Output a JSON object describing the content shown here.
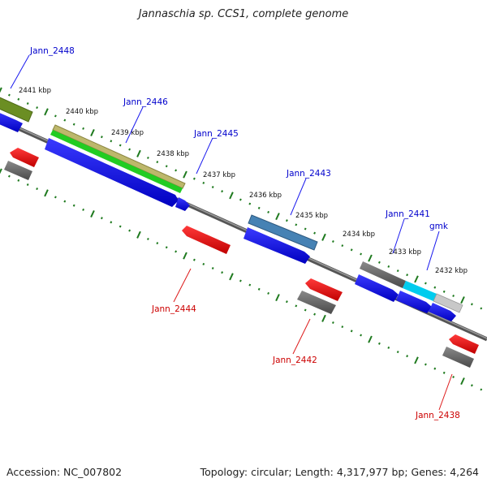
{
  "title": "Jannaschia sp. CCS1, complete genome",
  "accession_label": "Accession: NC_007802",
  "summary_label": "Topology: circular; Length: 4,317,977 bp; Genes: 4,264",
  "colors": {
    "backbone": "#6e6e6e",
    "tick": "#1f7a1f",
    "gene_forward": "#0000ee",
    "gene_reverse": "#ee0000",
    "label_forward": "#0000cc",
    "label_reverse": "#cc0000",
    "olive_feature": "#6b8e23",
    "tan_feature": "#bdb76b",
    "green_feature": "#22cc22",
    "steel_feature": "#4682b4",
    "cyan_feature": "#00ccee",
    "gray_feature": "#666666",
    "light_gray_feature": "#c8c8c8"
  },
  "kbp_labels": [
    "2441 kbp",
    "2440 kbp",
    "2439 kbp",
    "2438 kbp",
    "2437 kbp",
    "2436 kbp",
    "2435 kbp",
    "2434 kbp",
    "2433 kbp",
    "2432 kbp"
  ],
  "gene_labels_top": [
    "Jann_2448",
    "Jann_2446",
    "Jann_2445",
    "Jann_2443",
    "Jann_2441",
    "gmk"
  ],
  "gene_labels_bottom": [
    "Jann_2444",
    "Jann_2442",
    "Jann_2438"
  ]
}
